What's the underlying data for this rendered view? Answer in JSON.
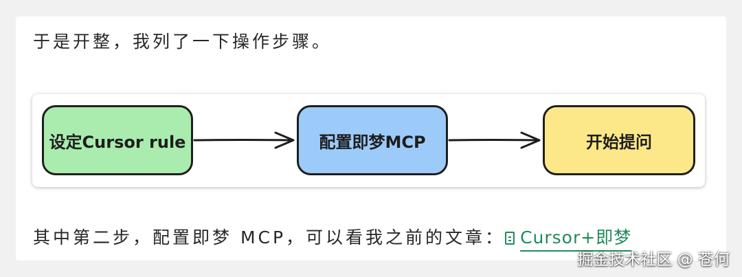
{
  "article": {
    "intro_text": "于是开整，我列了一下操作步骤。",
    "next_text": "其中第二步，配置即梦 MCP，可以看我之前的文章：",
    "link": {
      "icon": "document-icon",
      "label": "Cursor+即梦"
    }
  },
  "diagram": {
    "steps": [
      {
        "label": "设定Cursor rule",
        "color": "#a9ecae"
      },
      {
        "label": "配置即梦MCP",
        "color": "#9ccbfa"
      },
      {
        "label": "开始提问",
        "color": "#fde889"
      }
    ],
    "arrow_color": "#1e1e1e"
  },
  "watermark": {
    "text": "掘金技术社区 @ 苍何"
  }
}
